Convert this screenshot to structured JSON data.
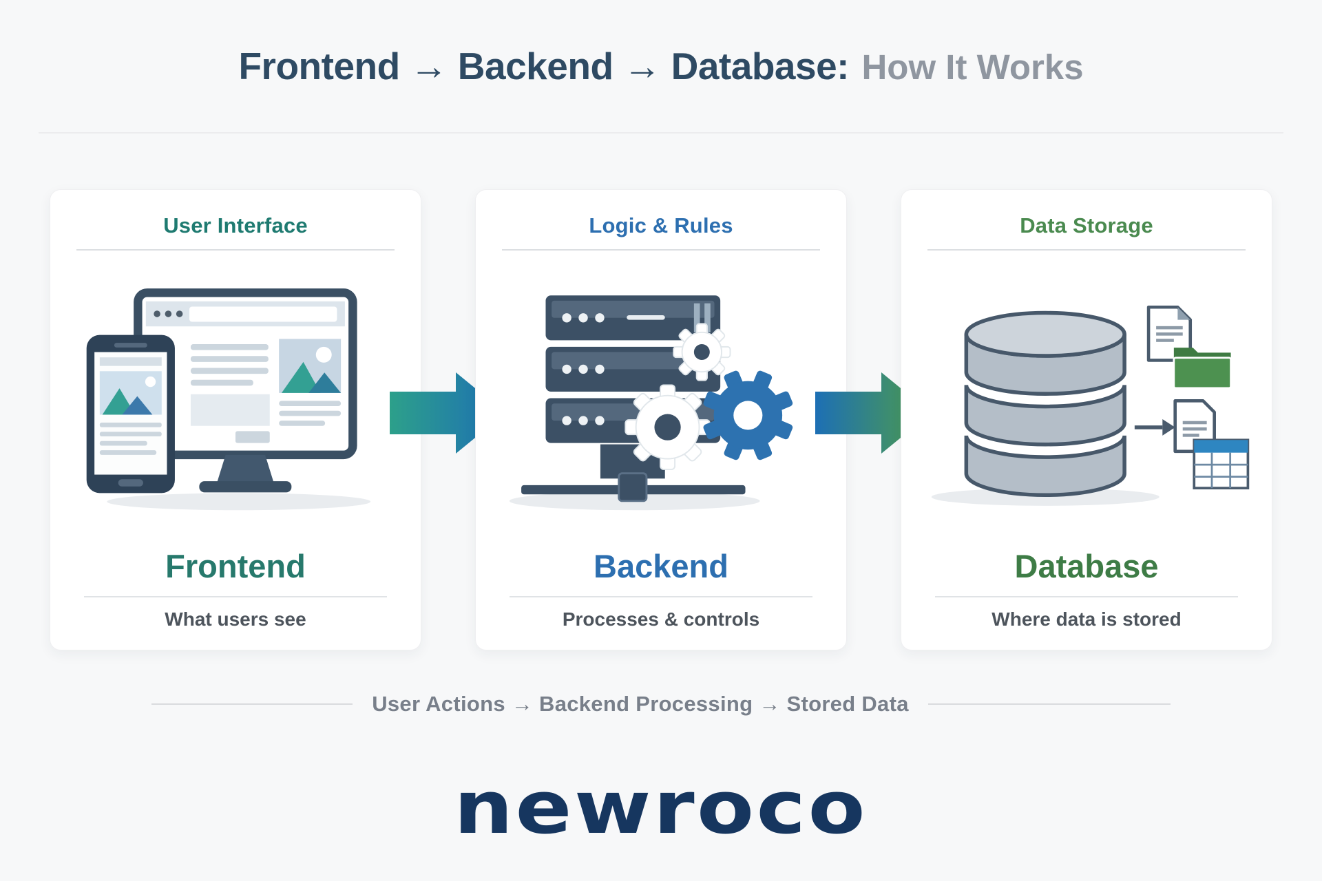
{
  "theme": {
    "bg": "#f7f8f9",
    "card_bg": "#ffffff",
    "title_navy": "#2e4a63",
    "title_gray": "#8f96a0",
    "frontend_header": "#1e7a70",
    "frontend_title": "#27796c",
    "backend_accent": "#2d6fb0",
    "database_header": "#4a8a4f",
    "database_title": "#3e7c46",
    "subtitle_gray": "#4d545c",
    "caption_gray": "#787f8a",
    "divider": "#e0e3e6",
    "logo_navy": "#16365f",
    "arrow_teal": "#2da08a",
    "arrow_blue": "#1d6fb5",
    "arrow_green": "#4f9e49"
  },
  "title": {
    "main": "Frontend → Backend → Database:",
    "suffix": "How It Works"
  },
  "cards": [
    {
      "header": "User Interface",
      "title": "Frontend",
      "subtitle": "What users see"
    },
    {
      "header": "Logic & Rules",
      "title": "Backend",
      "subtitle": "Processes & controls"
    },
    {
      "header": "Data Storage",
      "title": "Database",
      "subtitle": "Where data is stored"
    }
  ],
  "flow_caption": "User Actions → Backend Processing → Stored Data",
  "logo": {
    "text": "newroco"
  },
  "icons": [
    "monitor-icon",
    "smartphone-icon",
    "image-placeholder-icon",
    "browser-dots-icon",
    "server-icon",
    "gears-icon",
    "database-icon",
    "document-icon",
    "folder-icon",
    "table-icon",
    "arrow-right-icon",
    "flow-arrow-icon"
  ]
}
